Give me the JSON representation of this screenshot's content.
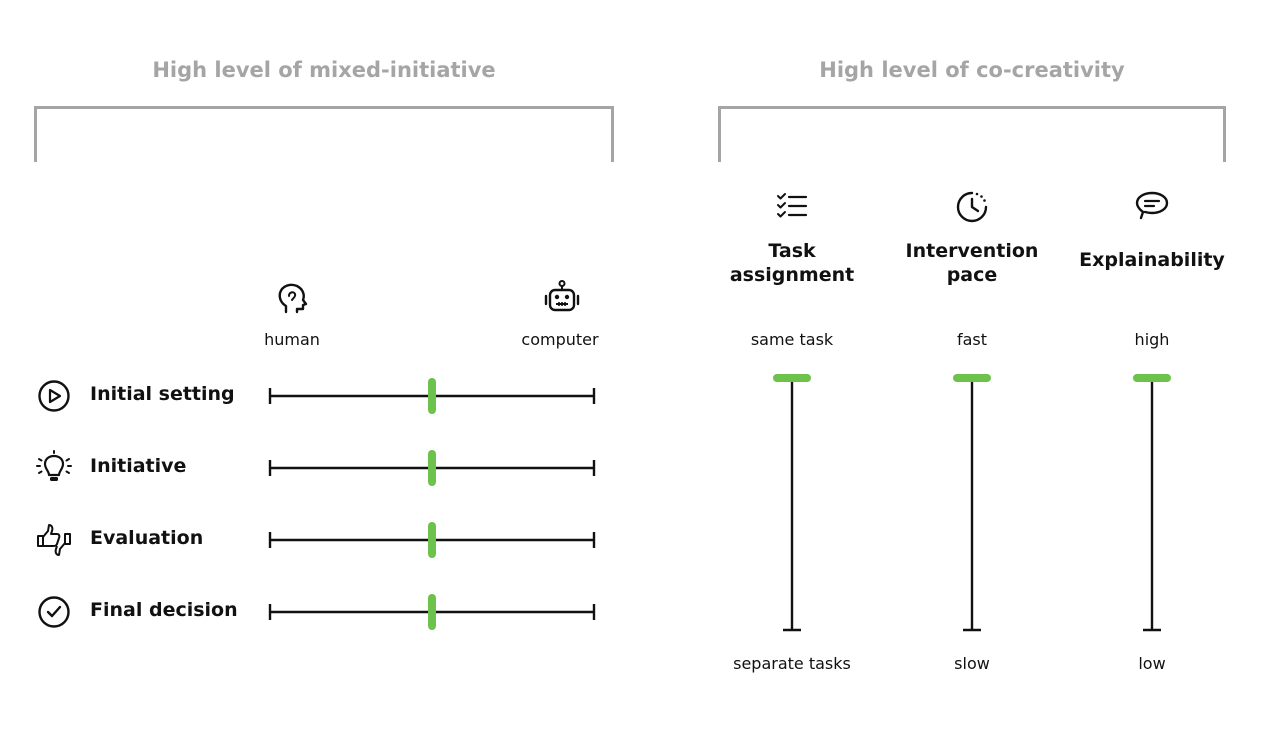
{
  "left_section": {
    "title": "High level of mixed-initiative",
    "scale": {
      "left_label": "human",
      "right_label": "computer",
      "left_icon": "human-head-icon",
      "right_icon": "robot-icon"
    },
    "rows": [
      {
        "label": "Initial setting",
        "icon": "play-circle-icon",
        "value": 0.5
      },
      {
        "label": "Initiative",
        "icon": "lightbulb-icon",
        "value": 0.5
      },
      {
        "label": "Evaluation",
        "icon": "thumbs-up-down-icon",
        "value": 0.5
      },
      {
        "label": "Final decision",
        "icon": "check-circle-icon",
        "value": 0.5
      }
    ]
  },
  "right_section": {
    "title": "High level of co-creativity",
    "columns": [
      {
        "title": "Task assignment",
        "icon": "checklist-icon",
        "top_label": "same task",
        "bottom_label": "separate tasks",
        "value": 1.0
      },
      {
        "title": "Intervention pace",
        "icon": "clock-icon",
        "top_label": "fast",
        "bottom_label": "slow",
        "value": 1.0
      },
      {
        "title": "Explainability",
        "icon": "speech-bubble-icon",
        "top_label": "high",
        "bottom_label": "low",
        "value": 1.0
      }
    ]
  },
  "colors": {
    "marker": "#6cc24a",
    "line": "#111111",
    "bracket": "#a5a5a5"
  }
}
